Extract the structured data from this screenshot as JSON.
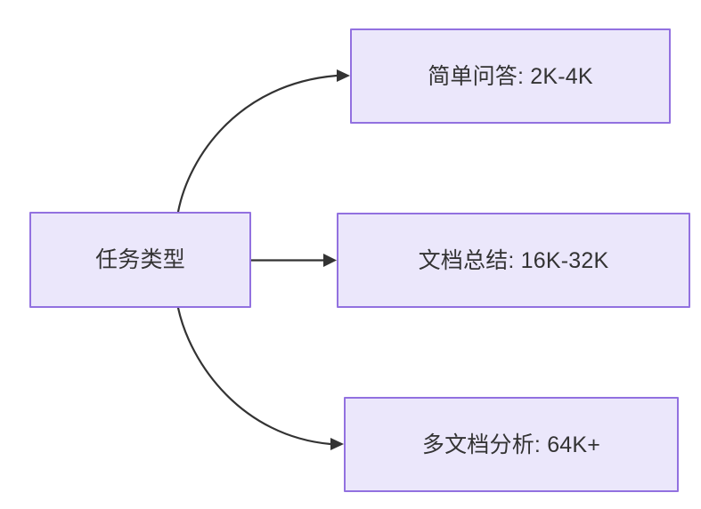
{
  "diagram": {
    "type": "flowchart",
    "direction": "left-to-right",
    "background_color": "#ffffff",
    "node_fill_color": "#ebe7fb",
    "node_border_color": "#9271e0",
    "text_color": "#333333",
    "edge_color": "#333333",
    "source": {
      "id": "task-type",
      "label": "任务类型"
    },
    "targets": [
      {
        "id": "simple-qa",
        "label": "简单问答: 2K-4K",
        "edge_style": "curved"
      },
      {
        "id": "doc-summary",
        "label": "文档总结: 16K-32K",
        "edge_style": "straight"
      },
      {
        "id": "multi-doc-analysis",
        "label": "多文档分析: 64K+",
        "edge_style": "curved"
      }
    ]
  }
}
